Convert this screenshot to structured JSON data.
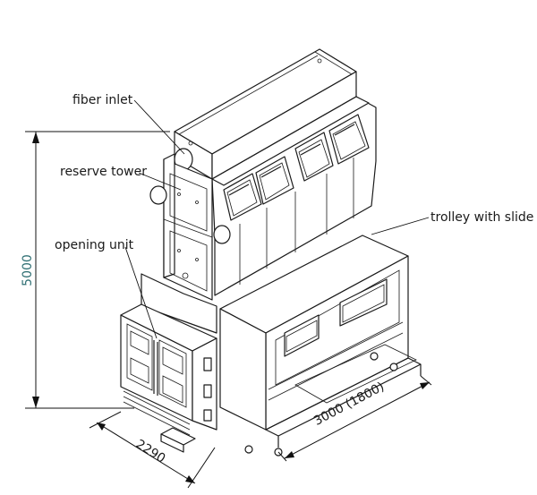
{
  "labels": {
    "fiber_inlet": "fiber inlet",
    "reserve_tower": "reserve tower",
    "opening_unit": "opening unit",
    "trolley": "trolley with slide"
  },
  "dimensions": {
    "height": "5000",
    "depth": "2290",
    "length": "3000 (1800)"
  },
  "colors": {
    "line": "#1a1a1a",
    "height_dimension_text": "#2f6f73"
  }
}
